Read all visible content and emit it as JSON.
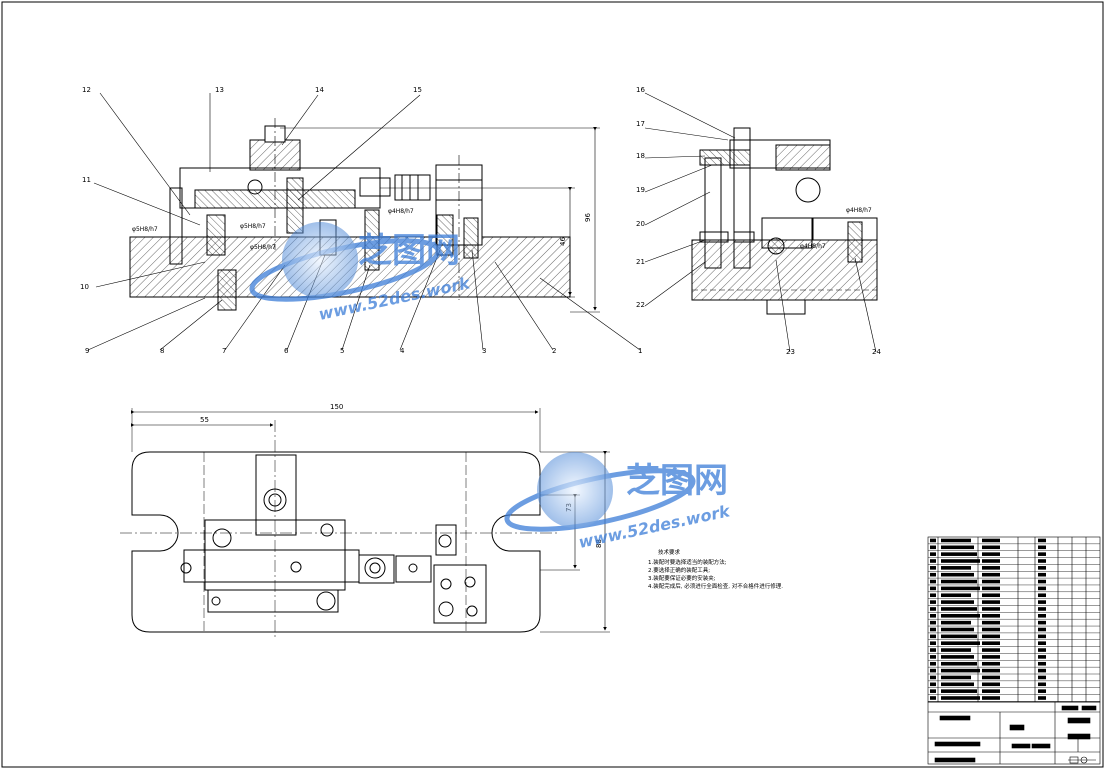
{
  "balloons_front": [
    "12",
    "13",
    "14",
    "15",
    "11",
    "10",
    "9",
    "8",
    "7",
    "6",
    "5",
    "4",
    "3",
    "2",
    "1"
  ],
  "balloons_side": [
    "16",
    "17",
    "18",
    "19",
    "20",
    "21",
    "22",
    "23",
    "24"
  ],
  "fits": {
    "f1": "φ5H8/h7",
    "f2": "φ5H8/h7",
    "f3": "φ4H8/h7",
    "f4": "φ5H8/h7",
    "f5": "φ4H8/h7",
    "f6": "φ4H8/h7"
  },
  "dims": {
    "height_total": "96",
    "height_mid": "46",
    "plan_length": "150",
    "plan_offset": "55",
    "plan_width": "73",
    "plan_height": "88"
  },
  "tech_notes": {
    "title": "技术要求",
    "lines": [
      "1.装配时要选择适当的装配方法;",
      "2.要选择正确的装配工具;",
      "3.装配要保证必要的安装夹;",
      "4.装配完成后, 必须进行全面检查, 对不合格件进行修理."
    ]
  },
  "watermark": {
    "brand": "芝图网",
    "url": "www.52des.work"
  }
}
